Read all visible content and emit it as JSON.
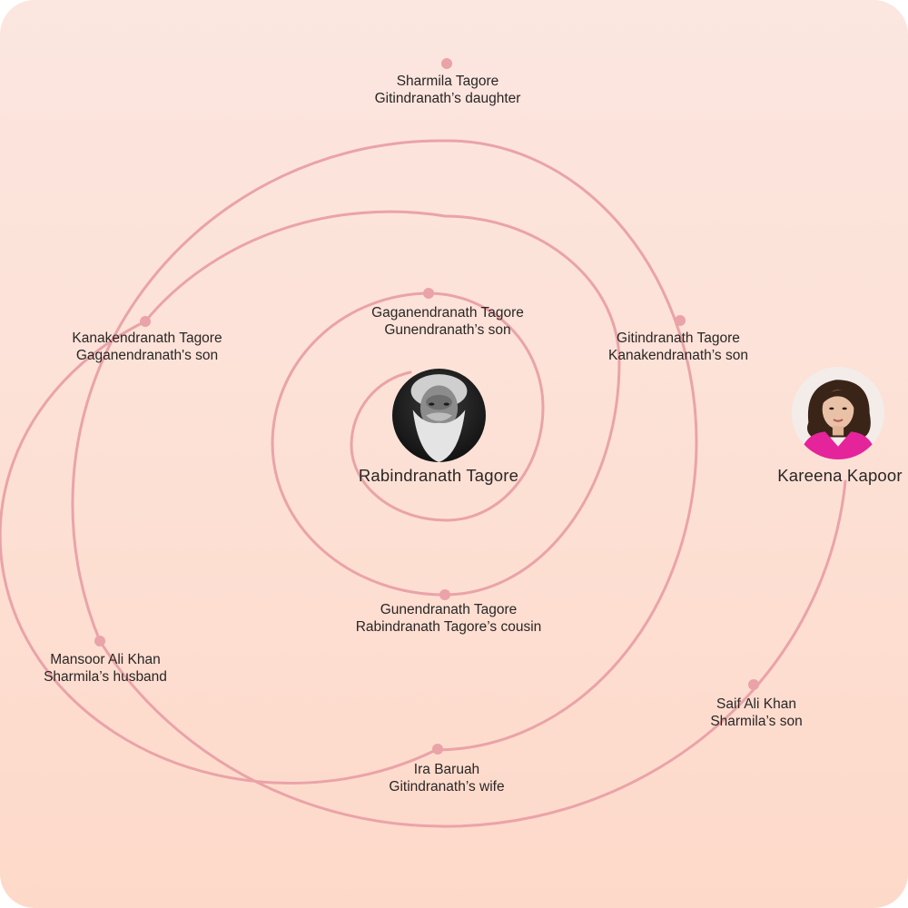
{
  "colors": {
    "background_top": "#fbe6e0",
    "background_bottom": "#fdd9c9",
    "spiral": "#eaa3a8",
    "text": "#2a2626",
    "kareena_accent": "#e5239a"
  },
  "center_person": {
    "name": "Rabindranath Tagore",
    "avatar_icon": "bearded-elder-portrait"
  },
  "end_person": {
    "name": "Kareena Kapoor",
    "avatar_icon": "woman-in-pink-portrait"
  },
  "nodes": [
    {
      "id": "gaganendranath",
      "name": "Gaganendranath Tagore",
      "relation": "Gunendranath’s son"
    },
    {
      "id": "gunendranath",
      "name": "Gunendranath Tagore",
      "relation": "Rabindranath Tagore’s cousin"
    },
    {
      "id": "gitindranath",
      "name": "Gitindranath Tagore",
      "relation": "Kanakendranath’s son"
    },
    {
      "id": "kanakendranath",
      "name": "Kanakendranath Tagore",
      "relation": "Gaganendranath's son"
    },
    {
      "id": "sharmila",
      "name": "Sharmila Tagore",
      "relation": "Gitindranath’s daughter"
    },
    {
      "id": "mansoor",
      "name": "Mansoor Ali Khan",
      "relation": "Sharmila’s husband"
    },
    {
      "id": "ira",
      "name": "Ira Baruah",
      "relation": "Gitindranath’s wife"
    },
    {
      "id": "saif",
      "name": "Saif Ali Khan",
      "relation": "Sharmila’s son"
    }
  ]
}
